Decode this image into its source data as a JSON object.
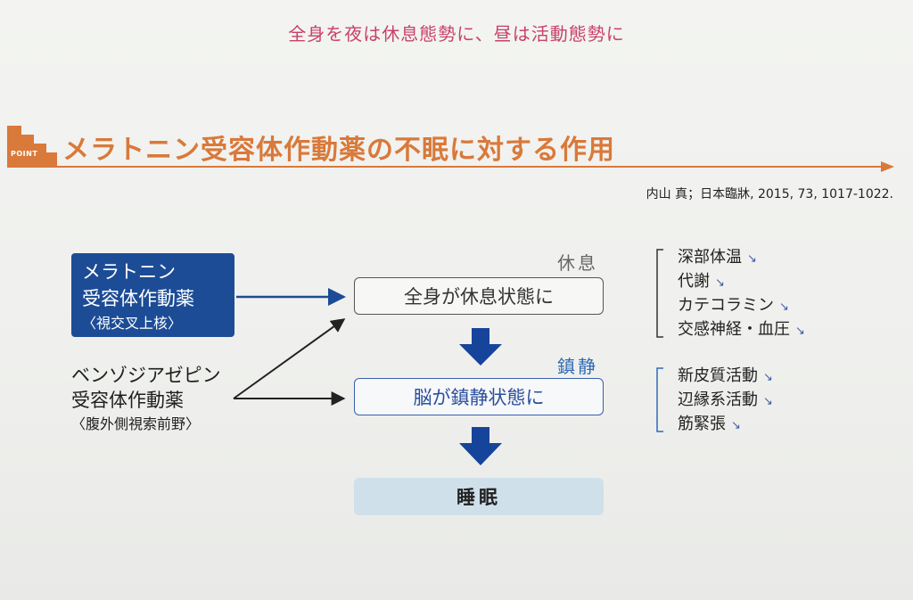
{
  "tagline": "全身を夜は休息態勢に、昼は活動態勢に",
  "section": {
    "point_label": "POINT",
    "title": "メラトニン受容体作動薬の不眠に対する作用"
  },
  "citation": "内山 真；日本臨牀, 2015, 73, 1017-1022.",
  "melatonin": {
    "line1": "メラトニン",
    "line2": "受容体作動薬",
    "line3": "〈視交叉上核〉"
  },
  "benzodiazepine": {
    "line1": "ベンゾジアゼピン",
    "line2": "受容体作動薬",
    "line3": "〈腹外側視索前野〉"
  },
  "states": {
    "rest_label": "休息",
    "rest_box": "全身が休息状態に",
    "calm_label": "鎮静",
    "calm_box": "脳が鎮静状態に",
    "sleep_box": "睡眠"
  },
  "rest_effects": [
    {
      "label": "深部体温",
      "icon": "down-arrow-icon"
    },
    {
      "label": "代謝",
      "icon": "down-arrow-icon"
    },
    {
      "label": "カテコラミン",
      "icon": "down-arrow-icon"
    },
    {
      "label": "交感神経・血圧",
      "icon": "down-arrow-icon"
    }
  ],
  "calm_effects": [
    {
      "label": "新皮質活動",
      "icon": "down-arrow-icon"
    },
    {
      "label": "辺縁系活動",
      "icon": "down-arrow-icon"
    },
    {
      "label": "筋緊張",
      "icon": "down-arrow-icon"
    }
  ],
  "colors": {
    "tagline": "#c8416d",
    "accent_orange": "#d9793a",
    "navy": "#1d4c96",
    "calm_blue": "#2f6ab5",
    "sleep_box": "#cfe0ea"
  }
}
